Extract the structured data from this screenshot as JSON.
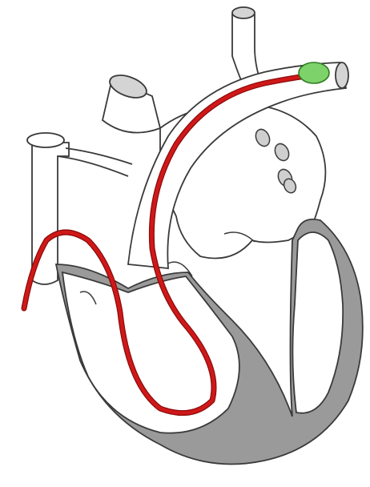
{
  "figure": {
    "subject": "heart-with-catheter",
    "colors": {
      "background": "#ffffff",
      "outline": "#3a3a3a",
      "myocardium": "#9a9a9a",
      "chamber": "#ffffff",
      "vessel_fill": "#ffffff",
      "vessel_shading": "#e9e9e9",
      "catheter": "#c01414",
      "catheter_highlight": "#e23a3a",
      "balloon": "#7dd36a",
      "balloon_outline": "#2f7a22",
      "valve_dots": "#cfcfcf"
    },
    "icons": [
      "catheter",
      "balloon-tip",
      "aorta",
      "pulmonary-artery",
      "superior-vena-cava",
      "valve-leaflets"
    ]
  }
}
